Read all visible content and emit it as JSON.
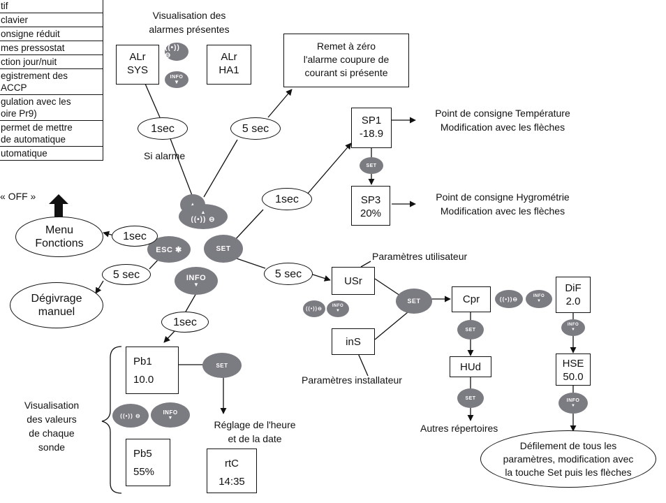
{
  "menu_items": [
    "tif",
    "clavier",
    "onsigne réduit",
    "mes pressostat",
    "ction jour/nuit",
    "egistrement des\nACCP",
    "gulation avec les\noire Pr9)",
    "permet de mettre\nde automatique",
    "utomatique"
  ],
  "off_label": "« OFF »",
  "labels": {
    "alarm_display": "Visualisation des\nalarmes présentes",
    "si_alarme": "Si alarme",
    "sp1_desc": "Point de consigne Température\nModification avec les flèches",
    "sp3_desc": "Point de consigne Hygrométrie\nModification avec les flèches",
    "user_params": "Paramètres utilisateur",
    "installer_params": "Paramètres installateur",
    "probe_values": "Visualisation\ndes valeurs\nde chaque\nsonde",
    "clock_setting": "Réglage de l'heure\net de la date",
    "other_dirs": "Autres répertoires"
  },
  "boxes": {
    "alr_sys": "ALr\nSYS",
    "alr_ha1": "ALr\nHA1",
    "reset_alarm": "Remet à zéro\nl'alarme coupure de\ncourant si présente",
    "sp1": "SP1\n-18.9",
    "sp3": "SP3\n20%",
    "usr": "USr",
    "ins": "inS",
    "cpr": "Cpr",
    "dif": "DiF\n2.0",
    "hud": "HUd",
    "hse": "HSE\n50.0",
    "pb1": "Pb1\n10.0",
    "pb5": "Pb5\n55%",
    "rtc": "rtC\n14:35"
  },
  "ovals": {
    "t1sec_left": "1sec",
    "t5sec_top": "5 sec",
    "t1sec_right": "1sec",
    "t1sec_menu": "1sec",
    "t5sec_defrost": "5 sec",
    "t5sec_set": "5 sec",
    "t1sec_info": "1sec",
    "menu_fonctions": "Menu\nFonctions",
    "defrost": "Dégivrage\nmanuel",
    "scroll_params": "Défilement de tous les\nparamètres, modification avec\nla touche Set puis les flèches"
  },
  "buttons": {
    "set": "SET",
    "info": "INFO",
    "esc": "ESC"
  },
  "colors": {
    "button": "#7b7b82",
    "line": "#111111"
  }
}
